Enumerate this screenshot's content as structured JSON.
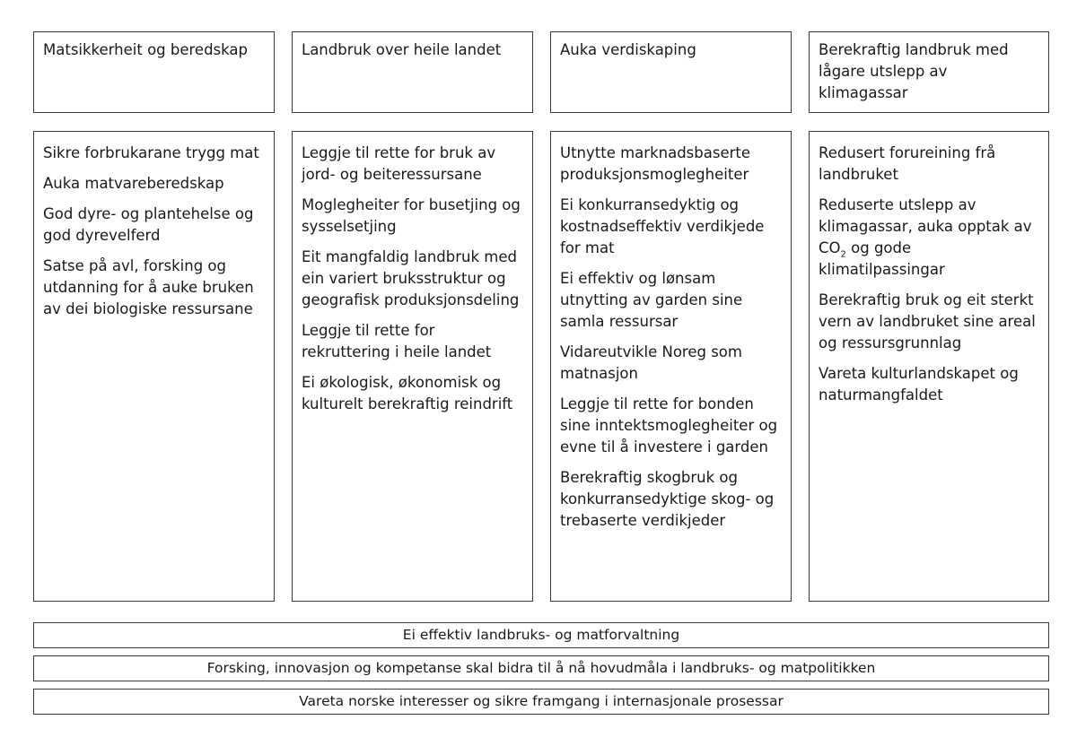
{
  "goals": [
    "Matsikkerheit og beredskap",
    "Landbruk over heile landet",
    "Auka verdiskaping",
    "Berekraftig landbruk med lågare utslepp av klimagassar"
  ],
  "subgoals": [
    [
      "Sikre forbrukarane trygg mat",
      "Auka matvareberedskap",
      "God dyre- og plantehelse og god dyrevelferd",
      "Satse på avl, forsking og utdanning for å auke bruken av dei biologiske ressursane"
    ],
    [
      "Leggje til rette for bruk av jord- og beiteressursane",
      "Moglegheiter for busetjing og sysselsetjing",
      "Eit mangfaldig landbruk med ein variert bruksstruktur og geografisk produksjonsdeling",
      "Leggje til rette for rekruttering i heile landet",
      "Ei økologisk, økonomisk og kulturelt berekraftig reindrift"
    ],
    [
      "Utnytte marknadsbaserte produksjonsmoglegheiter",
      "Ei konkurransedyktig og kostnadseffektiv verdikjede for mat",
      "Ei effektiv og lønsam utnytting av garden sine samla ressursar",
      "Vidareutvikle Noreg som matnasjon",
      "Leggje til rette for bonden sine inntektsmoglegheiter og evne til å investere i garden",
      "Berekraftig skogbruk og konkurransedyktige skog- og trebaserte verdikjeder"
    ],
    [
      "Redusert forureining frå landbruket",
      {
        "pre": "Reduserte utslepp av klimagassar, auka opptak av CO",
        "sub": "2",
        "post": " og gode klimatilpassingar"
      },
      "Berekraftig bruk og eit sterkt vern av landbruket sine areal og ressursgrunnlag",
      "Vareta kulturlandskapet og naturmangfaldet"
    ]
  ],
  "bars": [
    "Ei effektiv landbruks- og matforvaltning",
    "Forsking, innovasjon og kompetanse skal bidra til å nå hovudmåla i landbruks- og matpolitikken",
    "Vareta norske interesser og sikre framgang i internasjonale prosessar"
  ]
}
